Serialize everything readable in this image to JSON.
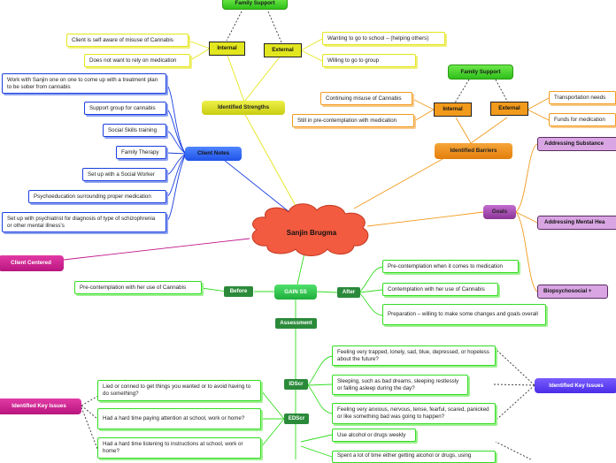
{
  "central": "Sanjin Brugma",
  "top": {
    "family_support": "Family Support",
    "internal": "Internal",
    "external": "External",
    "internal_items": [
      "Client is self aware of misuse of Cannabis",
      "Does not want to rely on medication"
    ],
    "external_items": [
      "Wanting to go to school – (helping others)",
      "Willing to go to group"
    ],
    "identified_strengths": "Identified Strengths"
  },
  "client_notes": {
    "label": "Client Notes",
    "items": [
      "Work with Sanjin one on one to come up with a treatment plan to be sober from cannabis",
      "Support group for cannabis",
      "Social Skills training",
      "Family Therapy",
      "Set up with a Social Worker",
      "Psychoeducation surrounding proper medication",
      "Set up with psychiatrist for diagnosis of type of schizophrenia or other mental illness's"
    ]
  },
  "client_centered": "Client Centered",
  "barriers": {
    "family_support": "Family Support",
    "internal": "Internal",
    "external": "External",
    "internal_items": [
      "Continuing misuse of Cannabis",
      "Still in pre-contemplation with medication"
    ],
    "external_items": [
      "Transportation needs",
      "Funds for medication"
    ],
    "label": "Identified Barriers"
  },
  "goals": {
    "label": "Goals",
    "items": [
      "Addressing Substance",
      "Addressing Mental Hea",
      "Biopsychosocial +"
    ]
  },
  "gain": {
    "label": "GAIN SS",
    "before": "Before",
    "after": "After",
    "before_item": "Pre-contemplation with her use of Cannabis",
    "after_items": [
      "Pre-contemplation when it comes to medication",
      "Contemplation with her use of Cannabis",
      "Preparation – willing to make some changes and goals overall"
    ],
    "assessment": "Assessment",
    "idscr": "IDScr",
    "edscr": "EDScr"
  },
  "idscr_items": [
    "Feeling very trapped, lonely, sad, blue, depressed, or hopeless about the future?",
    "Sleeping, such as bad dreams, sleeping restlessly or falling asleep during the day?",
    "Feeling very anxious, nervous, tense, fearful, scared, panicked or like something bad was going to happen?"
  ],
  "edscr_items": [
    "Lied or conned to get things you wanted or to avoid having to do something?",
    "Had a hard time paying attention at school, work or home?",
    "Had a hard time listening to instructions at school, work or home?"
  ],
  "sdscr_items": [
    "Use alcohol or drugs weekly",
    "Spent a lot of time either getting alcohol or drugs, using"
  ],
  "identified_key_issues": "Identified Key Issues",
  "identified_key_issues_left": "Identified Key Issues",
  "colors": {
    "yellow": "#e5e61a",
    "blue": "#1a3fe0",
    "orange": "#f29a1c",
    "green": "#33dd22",
    "central": "#f25b40",
    "purple": "#8a3596"
  }
}
